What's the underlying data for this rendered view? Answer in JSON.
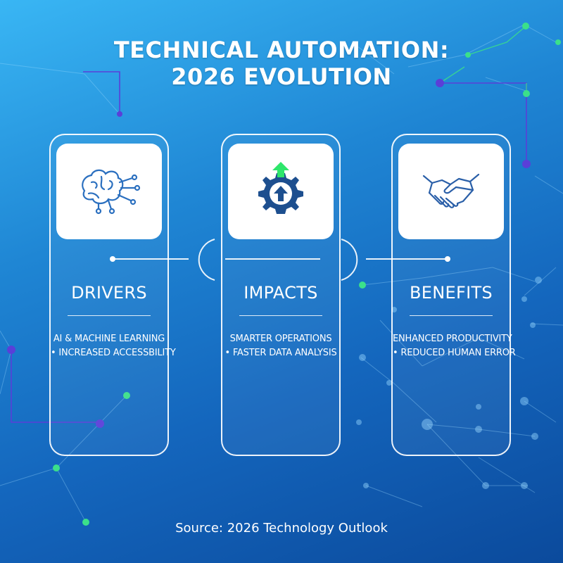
{
  "title": {
    "line1": "TECHNICAL AUTOMATION:",
    "line2": "2026 EVOLUTION"
  },
  "cards": [
    {
      "heading": "DRIVERS",
      "items": [
        "AI & MACHINE LEARNING",
        "• INCREASED ACCESSBILITY"
      ],
      "icon": "brain-circuit-icon"
    },
    {
      "heading": "IMPACTS",
      "items": [
        "SMARTER OPERATIONS",
        "• FASTER DATA ANALYSIS"
      ],
      "icon": "gear-arrow-icon"
    },
    {
      "heading": "BENEFITS",
      "items": [
        "ENHANCED PRODUCTIVITY",
        "• REDUCED HUMAN ERROR"
      ],
      "icon": "handshake-icon"
    }
  ],
  "source": "Source: 2026 Technology Outlook",
  "colors": {
    "icon_dark": "#1d4f8f",
    "icon_blue": "#2a6fbf",
    "arrow_green": "#2ee66b",
    "node_green": "#3be08a",
    "node_purple": "#5a3fd8"
  }
}
